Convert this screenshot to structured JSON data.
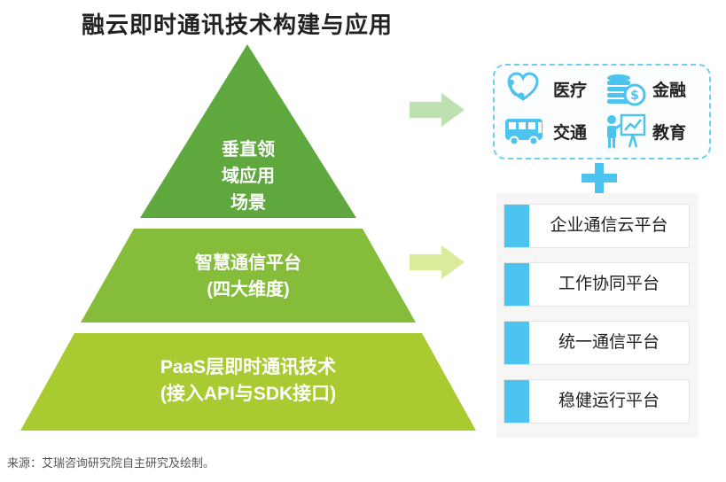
{
  "title": "融云即时通讯技术构建与应用",
  "pyramid": {
    "top": {
      "line1": "垂直领",
      "line2": "域应用",
      "line3": "场景",
      "color": "#5fa83d"
    },
    "middle": {
      "line1": "智慧通信平台",
      "line2": "(四大维度)",
      "color": "#85bd3a"
    },
    "bottom": {
      "line1": "PaaS层即时通讯技术",
      "line2": "(接入API与SDK接口)",
      "color": "#a9ca30"
    }
  },
  "applications": [
    {
      "label": "医疗",
      "icon": "healthcare-icon"
    },
    {
      "label": "金融",
      "icon": "finance-coins-icon"
    },
    {
      "label": "交通",
      "icon": "bus-icon"
    },
    {
      "label": "教育",
      "icon": "teacher-board-icon"
    }
  ],
  "platforms": [
    "企业通信云平台",
    "工作协同平台",
    "统一通信平台",
    "稳健运行平台"
  ],
  "source": "来源：艾瑞咨询研究院自主研究及绘制。",
  "colors": {
    "accent_blue": "#4dc3ef",
    "arrow_top": "#bfe0b0",
    "arrow_mid": "#d8ec9c"
  }
}
